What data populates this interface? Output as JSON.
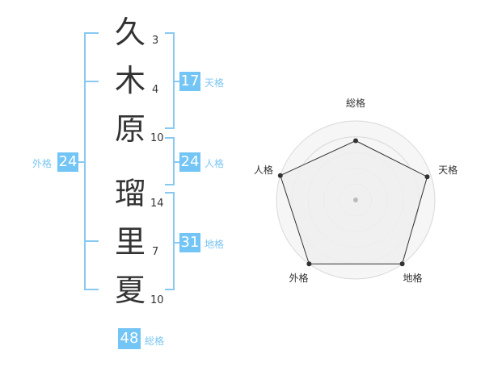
{
  "name": {
    "characters": [
      {
        "char": "久",
        "strokes": "3"
      },
      {
        "char": "木",
        "strokes": "4"
      },
      {
        "char": "原",
        "strokes": "10"
      },
      {
        "char": "瑠",
        "strokes": "14"
      },
      {
        "char": "里",
        "strokes": "7"
      },
      {
        "char": "夏",
        "strokes": "10"
      }
    ]
  },
  "fortunes": {
    "tenkaku": {
      "value": "17",
      "label": "天格"
    },
    "jinkaku": {
      "value": "24",
      "label": "人格"
    },
    "chikaku": {
      "value": "31",
      "label": "地格"
    },
    "gaikaku": {
      "value": "24",
      "label": "外格"
    },
    "soukaku": {
      "value": "48",
      "label": "総格"
    }
  },
  "colors": {
    "accent": "#72C5F5",
    "bracket": "#88C9F2",
    "text": "#333333",
    "radar_fill": "#EEEEEE",
    "radar_grid": "#D9D9D9"
  },
  "radar": {
    "axes": [
      "総格",
      "天格",
      "地格",
      "外格",
      "人格"
    ],
    "levels": 5,
    "values": [
      0.75,
      0.95,
      1.0,
      1.0,
      1.0
    ]
  }
}
